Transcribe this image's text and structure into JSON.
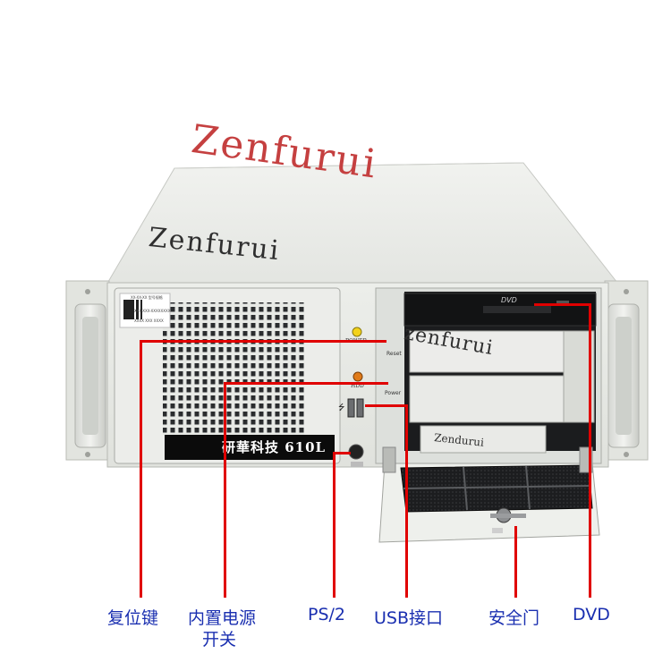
{
  "watermarks": {
    "large": "Zenfurui",
    "medium": "Zenfurui",
    "small": "zenfurui",
    "tiny": "Zendurui"
  },
  "front_panel": {
    "power_led_label": "POWER",
    "reset_label": "Reset",
    "hdd_led_label": "HDD",
    "power_button_label": "Power",
    "usb_symbol": "⭍",
    "dvd_logo": "DVD",
    "model_label": "研華科技 610L",
    "sticker_lines": [
      "XX-XX-XX 型号规格",
      "XXX-XXX-XXXXXXXX",
      "XXXX XXX XXXX"
    ]
  },
  "callouts": {
    "reset": "复位键",
    "power_switch_line1": "内置电源",
    "power_switch_line2": "开关",
    "ps2": "PS/2",
    "usb": "USB接口",
    "security_door": "安全门",
    "dvd": "DVD"
  },
  "colors": {
    "callout_text": "#1a2fb0",
    "leader_lines": "#e00000",
    "chassis": "#e6e8e4",
    "reset_button": "#f08a1c"
  }
}
